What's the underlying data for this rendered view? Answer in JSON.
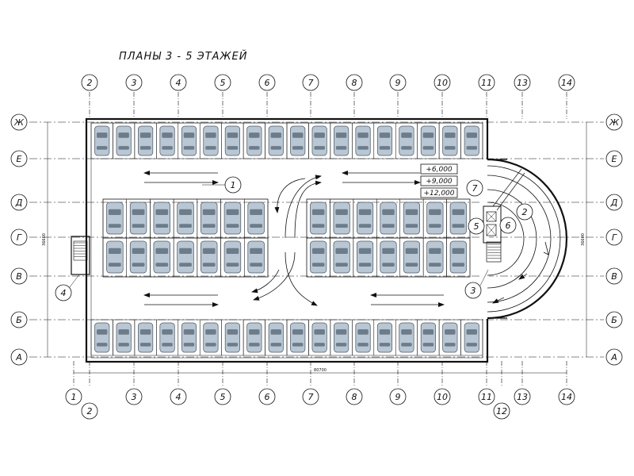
{
  "title": "ПЛАНЫ 3 - 5 ЭТАЖЕЙ",
  "axes": {
    "top": [
      "2",
      "3",
      "4",
      "5",
      "6",
      "7",
      "8",
      "9",
      "10",
      "11",
      "13",
      "14"
    ],
    "bottom": [
      "1",
      "2",
      "3",
      "4",
      "5",
      "6",
      "7",
      "8",
      "9",
      "10",
      "11",
      "12",
      "13",
      "14"
    ],
    "rows": [
      "Ж",
      "Е",
      "Д",
      "Г",
      "В",
      "Б",
      "А"
    ]
  },
  "callouts": [
    "1",
    "2",
    "3",
    "4",
    "5",
    "6",
    "7"
  ],
  "elevations": [
    "+6,000",
    "+9,000",
    "+12,000"
  ],
  "dimensions": {
    "overall_length": "80700",
    "overall_width": "36600"
  },
  "colors": {
    "stroke": "#111111",
    "car_fill": "#b9c6d3",
    "car_stroke": "#4a5560"
  }
}
